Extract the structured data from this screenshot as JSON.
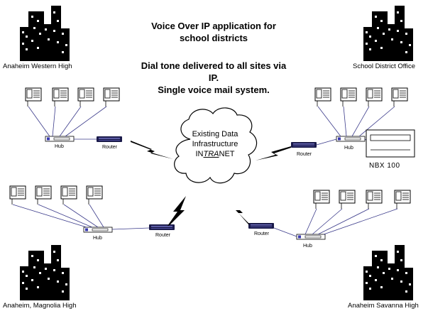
{
  "title": {
    "line1": "Voice Over IP application for",
    "line2": "school districts",
    "line3": "Dial tone delivered to all sites via",
    "line4": "IP.",
    "line5": "Single voice mail system."
  },
  "sites": {
    "top_left": "Anaheim  Western High",
    "top_right": "School District Office",
    "bottom_left": "Anaheim, Magnolia High",
    "bottom_right": "Anaheim  Savanna High"
  },
  "cloud": {
    "line1": "Existing Data",
    "line2": "Infrastructure",
    "line3_prefix": "IN",
    "line3_italic": "TRA",
    "line3_suffix": "NET"
  },
  "devices": {
    "hub_label": "Hub",
    "router_label": "Router",
    "nbx_label": "NBX 100"
  }
}
